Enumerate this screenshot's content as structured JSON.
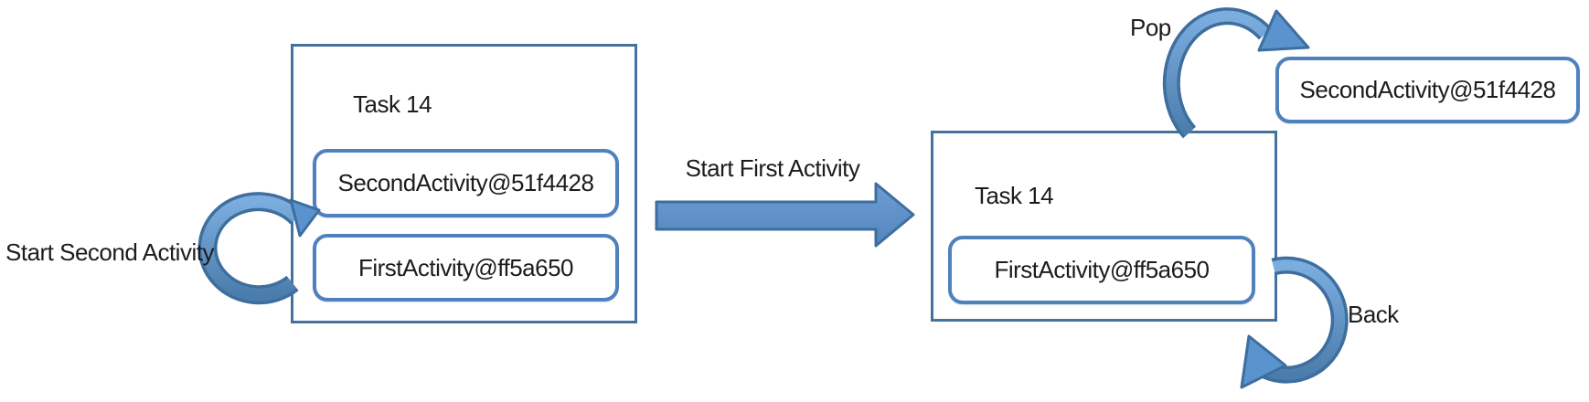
{
  "colors": {
    "background": "#FFFFFF",
    "text": "#1C1C1C",
    "task_border": "#45719E",
    "activity_border": "#4F81BD",
    "arrow_outline": "#3D6E9E",
    "arrow_fill": "#5B93CE",
    "arrow_fill_light": "#7BAEDF",
    "arrow_fill_dark": "#4A7CAC"
  },
  "left_task": {
    "title": "Task 14",
    "activities": [
      "SecondActivity@51f4428",
      "FirstActivity@ff5a650"
    ]
  },
  "right_task": {
    "title": "Task 14",
    "activities": [
      "FirstActivity@ff5a650"
    ]
  },
  "popped_activity": {
    "label": "SecondActivity@51f4428"
  },
  "arrows": {
    "start_second": {
      "label": "Start Second Activity"
    },
    "start_first": {
      "label": "Start First Activity"
    },
    "pop": {
      "label": "Pop"
    },
    "back": {
      "label": "Back"
    }
  }
}
